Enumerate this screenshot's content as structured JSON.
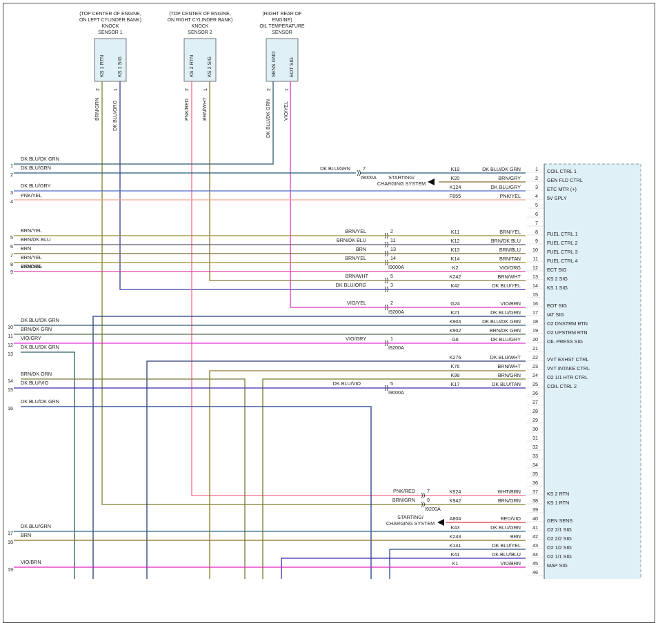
{
  "sensors": [
    {
      "caption": [
        "(TOP CENTER OF ENGINE,",
        "ON LEFT CYLINDER BANK)",
        "KNOCK",
        "SENSOR 1"
      ],
      "pins": [
        {
          "label": "KS 1 RTN",
          "num": "2",
          "wire": "BRN/GRN"
        },
        {
          "label": "KS 1 SIG",
          "num": "1",
          "wire": "DK BLU/ORG"
        }
      ]
    },
    {
      "caption": [
        "(TOP CENTER OF ENGINE,",
        "ON RIGHT CYLINDER BANK)",
        "KNOCK",
        "SENSOR 2"
      ],
      "pins": [
        {
          "label": "KS 2 RTN",
          "num": "2",
          "wire": "PNK/RED"
        },
        {
          "label": "KS 2 SIG",
          "num": "1",
          "wire": "BRN/WHT"
        }
      ]
    },
    {
      "caption": [
        "(RIGHT REAR OF",
        "ENGINE)",
        "OIL TEMPERATURE",
        "SENSOR"
      ],
      "pins": [
        {
          "label": "SENS GND",
          "num": "2",
          "wire": "DK BLU/DK GRN"
        },
        {
          "label": "EOT SIG",
          "num": "1",
          "wire": "VIO/YEL"
        }
      ]
    }
  ],
  "left_wires": [
    {
      "n": "1",
      "label": "DK BLU/DK GRN",
      "color": "#3a6f8f"
    },
    {
      "n": "2",
      "label": "DK BLU/GRN",
      "color": "#1e5a7a"
    },
    {
      "n": "3",
      "label": "DK BLU/GRY",
      "color": "#4a6cc8"
    },
    {
      "n": "4",
      "label": "PNK/YEL",
      "color": "#f2a58a"
    },
    {
      "n": "5",
      "label": "BRN/YEL",
      "color": "#9a8a2a"
    },
    {
      "n": "6",
      "label": "BRN/DK BLU",
      "color": "#5a5a6a"
    },
    {
      "n": "",
      "label": "BRN",
      "color": "#7a6a2a"
    },
    {
      "n": "7",
      "label": "BRN/YEL",
      "color": "#9a8a2a"
    },
    {
      "n": "8",
      "label": "BRN/YEL",
      "color": "#b08a2a"
    },
    {
      "n": "9",
      "label": "VIO/ORG",
      "color": "#e040b0"
    },
    {
      "n": "10",
      "label": "DK BLU/DK GRN",
      "color": "#2a5a6a"
    },
    {
      "n": "11",
      "label": "BRN/DK GRN",
      "color": "#5a6a4a"
    },
    {
      "n": "12",
      "label": "VIO/GRY",
      "color": "#e030d0"
    },
    {
      "n": "13",
      "label": "DK BLU/DK GRN",
      "color": "#2a5a6a"
    },
    {
      "n": "14",
      "label": "BRN/DK GRN",
      "color": "#7a7a3a"
    },
    {
      "n": "15",
      "label": "DK BLU/VIO",
      "color": "#3a2ab0"
    },
    {
      "n": "16",
      "label": "DK BLU/DK GRN",
      "color": "#2a4a8a"
    },
    {
      "n": "17",
      "label": "DK BLU/GRN",
      "color": "#2a6a8a"
    },
    {
      "n": "18",
      "label": "BRN",
      "color": "#8a6a1a"
    },
    {
      "n": "19",
      "label": "VIO/BRN",
      "color": "#e020c0"
    }
  ],
  "inline": [
    {
      "wire": "DK BLU/GRN",
      "pin": "7",
      "conn": "I9000A"
    },
    {
      "wire": "BRN/YEL",
      "pin": "2",
      "conn": ""
    },
    {
      "wire": "BRN/DK BLU",
      "pin": "11",
      "conn": ""
    },
    {
      "wire": "BRN",
      "pin": "13",
      "conn": ""
    },
    {
      "wire": "BRN/YEL",
      "pin": "14",
      "conn": "I9000A"
    },
    {
      "wire": "BRN/WHT",
      "pin": "5",
      "conn": ""
    },
    {
      "wire": "DK BLU/ORG",
      "pin": "3",
      "conn": ""
    },
    {
      "wire": "VIO/YEL",
      "pin": "2",
      "conn": "I9200A"
    },
    {
      "wire": "VIO/GRY",
      "pin": "1",
      "conn": "I9200A"
    },
    {
      "wire": "DK BLU/VIO",
      "pin": "5",
      "conn": "I9000A"
    },
    {
      "wire": "PNK/RED",
      "pin": "7",
      "conn": ""
    },
    {
      "wire": "BRN/GRN",
      "pin": "9",
      "conn": "I9200A"
    }
  ],
  "starting_label": [
    "STARTING/",
    "CHARGING SYSTEM"
  ],
  "pcm_pins": [
    {
      "pin": "1",
      "circuit": "K19",
      "wire": "DK BLU/DK GRN",
      "func": "COIL CTRL 1"
    },
    {
      "pin": "2",
      "circuit": "K20",
      "wire": "BRN/GRY",
      "func": "GEN FLD CTRL"
    },
    {
      "pin": "3",
      "circuit": "K124",
      "wire": "DK BLU/GRY",
      "func": "ETC MTR (+)"
    },
    {
      "pin": "4",
      "circuit": "F855",
      "wire": "PNK/YEL",
      "func": "5V SPLY"
    },
    {
      "pin": "5",
      "circuit": "",
      "wire": "",
      "func": ""
    },
    {
      "pin": "6",
      "circuit": "",
      "wire": "",
      "func": ""
    },
    {
      "pin": "7",
      "circuit": "",
      "wire": "",
      "func": ""
    },
    {
      "pin": "8",
      "circuit": "K11",
      "wire": "BRN/YEL",
      "func": "FUEL CTRL 1"
    },
    {
      "pin": "9",
      "circuit": "K12",
      "wire": "BRN/DK BLU",
      "func": "FUEL CTRL 2"
    },
    {
      "pin": "10",
      "circuit": "K13",
      "wire": "BRN/BLU",
      "func": "FUEL CTRL 3"
    },
    {
      "pin": "11",
      "circuit": "K14",
      "wire": "BRN/TAN",
      "func": "FUEL CTRL 4"
    },
    {
      "pin": "12",
      "circuit": "K2",
      "wire": "VIO/ORG",
      "func": "ECT SIG"
    },
    {
      "pin": "13",
      "circuit": "K242",
      "wire": "BRN/WHT",
      "func": "KS 2 SIG"
    },
    {
      "pin": "14",
      "circuit": "K42",
      "wire": "DK BLU/YEL",
      "func": "KS 1 SIG"
    },
    {
      "pin": "15",
      "circuit": "",
      "wire": "",
      "func": ""
    },
    {
      "pin": "16",
      "circuit": "G24",
      "wire": "VIO/BRN",
      "func": "EOT SIG"
    },
    {
      "pin": "17",
      "circuit": "K21",
      "wire": "DK BLU/GRN",
      "func": "IAT SIG"
    },
    {
      "pin": "18",
      "circuit": "K904",
      "wire": "DK BLU/DK GRN",
      "func": "O2 DNSTRM RTN"
    },
    {
      "pin": "19",
      "circuit": "K902",
      "wire": "BRN/DK GRN",
      "func": "O2 UPSTRM RTN"
    },
    {
      "pin": "20",
      "circuit": "G6",
      "wire": "DK BLU/GRY",
      "func": "OIL PRESS SIG"
    },
    {
      "pin": "21",
      "circuit": "",
      "wire": "",
      "func": ""
    },
    {
      "pin": "22",
      "circuit": "K276",
      "wire": "DK BLU/WHT",
      "func": "VVT EXHST CTRL"
    },
    {
      "pin": "23",
      "circuit": "K76",
      "wire": "BRN/WHT",
      "func": "VVT INTAKE CTRL"
    },
    {
      "pin": "24",
      "circuit": "K99",
      "wire": "BRN/GRN",
      "func": "O2 1/1 HTR CTRL"
    },
    {
      "pin": "25",
      "circuit": "K17",
      "wire": "DK BLU/TAN",
      "func": "COIL CTRL 2"
    },
    {
      "pin": "26",
      "circuit": "",
      "wire": "",
      "func": ""
    },
    {
      "pin": "27",
      "circuit": "",
      "wire": "",
      "func": ""
    },
    {
      "pin": "28",
      "circuit": "",
      "wire": "",
      "func": ""
    },
    {
      "pin": "29",
      "circuit": "",
      "wire": "",
      "func": ""
    },
    {
      "pin": "30",
      "circuit": "",
      "wire": "",
      "func": ""
    },
    {
      "pin": "31",
      "circuit": "",
      "wire": "",
      "func": ""
    },
    {
      "pin": "32",
      "circuit": "",
      "wire": "",
      "func": ""
    },
    {
      "pin": "33",
      "circuit": "",
      "wire": "",
      "func": ""
    },
    {
      "pin": "34",
      "circuit": "",
      "wire": "",
      "func": ""
    },
    {
      "pin": "35",
      "circuit": "",
      "wire": "",
      "func": ""
    },
    {
      "pin": "36",
      "circuit": "",
      "wire": "",
      "func": ""
    },
    {
      "pin": "37",
      "circuit": "K924",
      "wire": "WHT/BRN",
      "func": "KS 2 RTN"
    },
    {
      "pin": "38",
      "circuit": "K942",
      "wire": "BRN/GRN",
      "func": "KS 1 RTN"
    },
    {
      "pin": "39",
      "circuit": "",
      "wire": "",
      "func": ""
    },
    {
      "pin": "40",
      "circuit": "A804",
      "wire": "RED/VIO",
      "func": "GEN SENS"
    },
    {
      "pin": "41",
      "circuit": "K43",
      "wire": "DK BLU/GRN",
      "func": "O2 2/1 SIG"
    },
    {
      "pin": "42",
      "circuit": "K243",
      "wire": "BRN",
      "func": "O2 2/2 SIG"
    },
    {
      "pin": "43",
      "circuit": "K141",
      "wire": "DK BLU/YEL",
      "func": "O2 1/2 SIG"
    },
    {
      "pin": "44",
      "circuit": "K41",
      "wire": "DK BLU/BLU",
      "func": "O2 1/1 SIG"
    },
    {
      "pin": "45",
      "circuit": "K1",
      "wire": "VIO/BRN",
      "func": "MAP SIG"
    },
    {
      "pin": "46",
      "circuit": "",
      "wire": "",
      "func": ""
    }
  ]
}
